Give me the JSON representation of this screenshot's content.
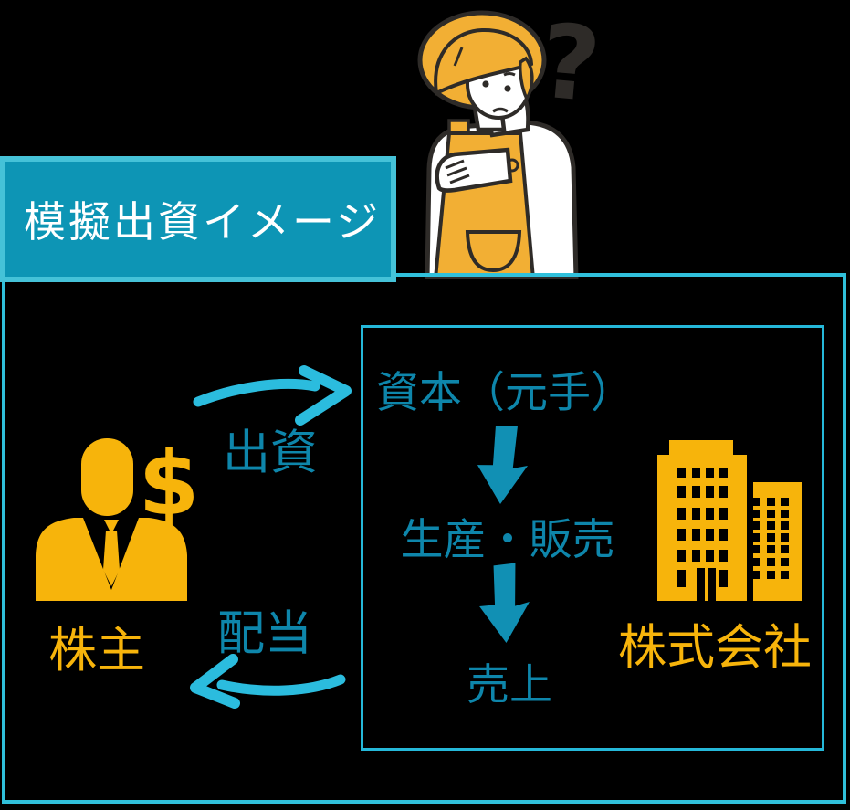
{
  "title": "模擬出資イメージ",
  "illustration": {
    "name": "thinking-woman",
    "question_mark": "?"
  },
  "diagram": {
    "shareholder_label": "株主",
    "company_label": "株式会社",
    "invest_label": "出資",
    "dividend_label": "配当",
    "capital_label": "資本（元手）",
    "production_label": "生産・販売",
    "sales_label": "売上",
    "dollar_sign": "$"
  },
  "colors": {
    "background": "#000000",
    "icon_yellow": "#F7B40B",
    "illustration_yellow": "#F2AF34",
    "teal_text": "#0E86AB",
    "cyan_arrow": "#2BBCDE",
    "block_arrow": "#1190B4",
    "outer_border": "#30C0DB",
    "inner_border": "#25B8D9",
    "title_fill": "#0D95B5",
    "title_border": "#45C2D8",
    "outline_dark": "#2E2B28",
    "title_text": "#FFFFFF"
  }
}
